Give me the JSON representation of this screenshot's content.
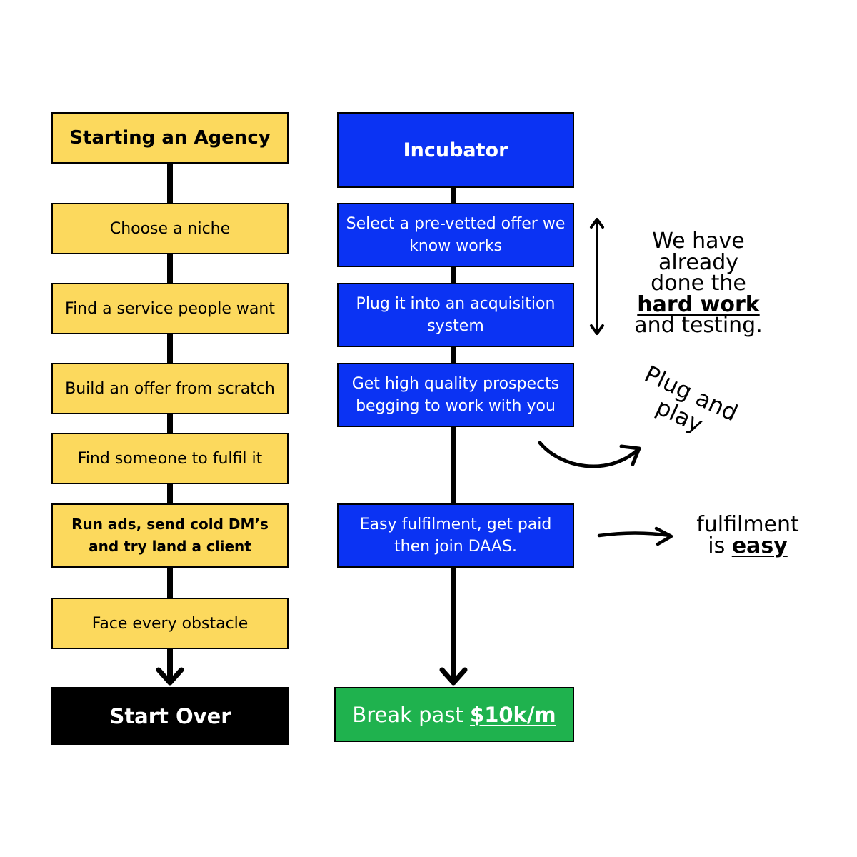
{
  "colors": {
    "yellow": "#fcd95d",
    "blue": "#0b33f3",
    "green": "#1fb24e",
    "black": "#000000"
  },
  "left_flow": {
    "title": "Starting an Agency",
    "steps": [
      {
        "lines": [
          "Choose a niche"
        ]
      },
      {
        "lines": [
          "Find a service people want"
        ]
      },
      {
        "lines": [
          "Build an offer from scratch"
        ]
      },
      {
        "lines": [
          "Find someone to fulfil it"
        ]
      },
      {
        "lines": [
          "Run ads, send cold DM’s",
          "and try land a client"
        ]
      },
      {
        "lines": [
          "Face every obstacle"
        ]
      }
    ],
    "outcome": "Start Over"
  },
  "right_flow": {
    "title": "Incubator",
    "steps": [
      {
        "lines": [
          "Select a pre-vetted offer we",
          "know works"
        ]
      },
      {
        "lines": [
          "Plug it into an acquisition",
          "system"
        ]
      },
      {
        "lines": [
          "Get high quality prospects",
          "begging to work with you"
        ]
      },
      {
        "lines": [
          "Easy fulfilment, get paid",
          "then join DAAS."
        ]
      }
    ],
    "outcome": {
      "prefix": "Break past ",
      "emphasis": "$10k/m"
    }
  },
  "annotations": {
    "done_work": {
      "lines": [
        "We have",
        "already",
        "done the"
      ],
      "emphasis": "hard work",
      "tail": "and testing."
    },
    "plug_and_play": {
      "lines": [
        "Plug and",
        "play"
      ]
    },
    "fulfilment": {
      "line1": "fulfilment",
      "prefix": "is ",
      "emphasis": "easy"
    }
  }
}
